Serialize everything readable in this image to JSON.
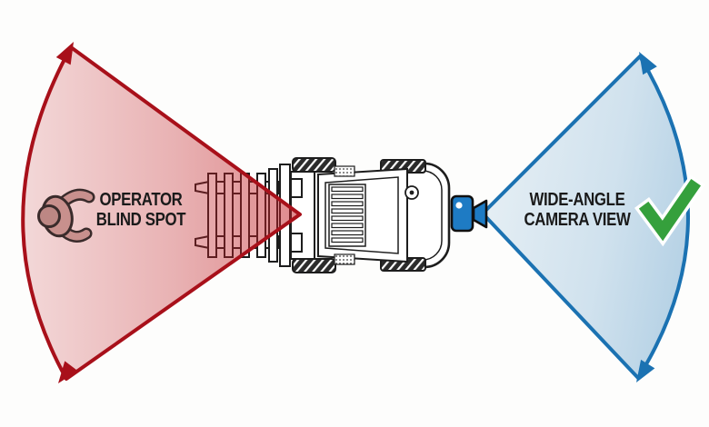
{
  "diagram": {
    "type": "forklift-safety-camera-comparison",
    "blind_spot": {
      "label_line1": "OPERATOR",
      "label_line2": "BLIND SPOT",
      "cone_stroke_color": "#a8101a",
      "cone_fill_color": "#ef9a93",
      "icon": "pedestrian-top-view-icon",
      "icon_color": "#c8908d"
    },
    "camera_view": {
      "label_line1": "WIDE-ANGLE",
      "label_line2": "CAMERA VIEW",
      "cone_stroke_color": "#1b72b2",
      "cone_fill_color": "#bddcf2",
      "icon": "video-camera-icon",
      "icon_color": "#1e7bc4",
      "status_icon": "checkmark-icon",
      "status_color": "#35a03c"
    },
    "center_icon": "forklift-top-view",
    "text_color": "#1a1a1a",
    "background_color": "#fdfdfc"
  }
}
